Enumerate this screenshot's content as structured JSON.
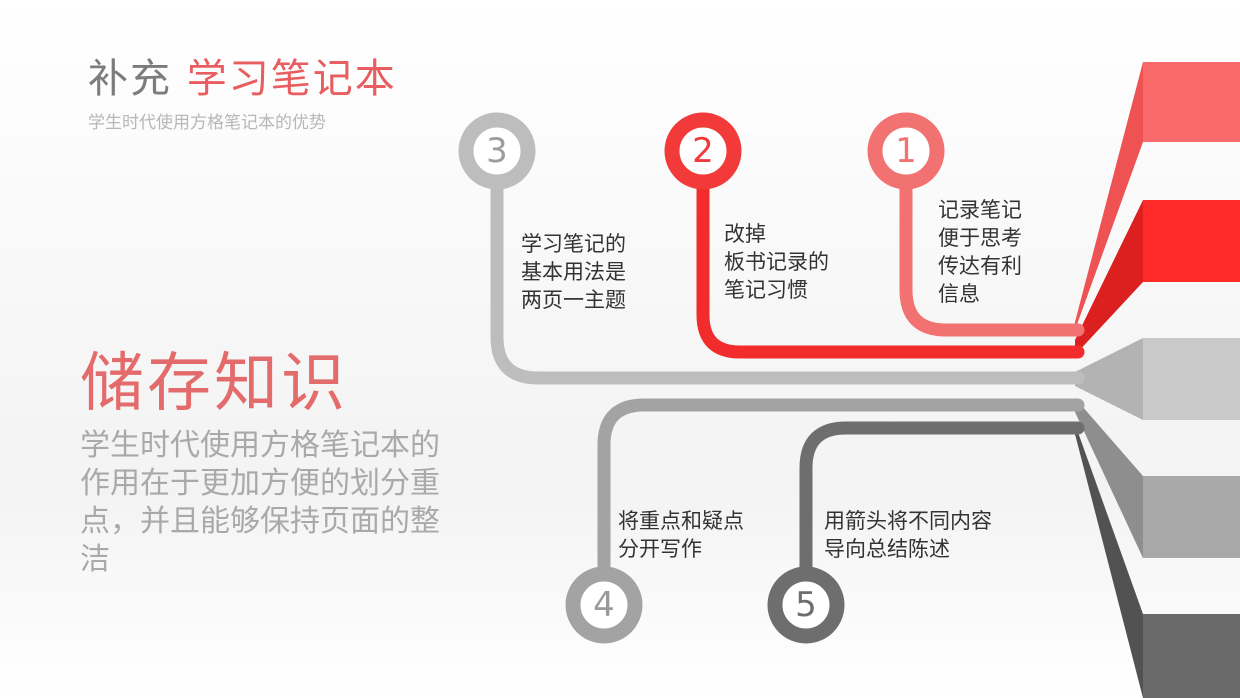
{
  "header": {
    "title_prefix": "补充",
    "title_accent": "学习笔记本",
    "subtitle": "学生时代使用方格笔记本的优势"
  },
  "side": {
    "title": "储存知识",
    "body": "学生时代使用方格笔记本的作用在于更加方便的划分重点，并且能够保持页面的整洁"
  },
  "nodes": [
    {
      "number": "1",
      "text": "记录笔记\n便于思考\n传达有利\n信息",
      "color": "#f07878"
    },
    {
      "number": "2",
      "text": "改掉\n板书记录的\n笔记习惯",
      "color": "#f24a4a"
    },
    {
      "number": "3",
      "text": "学习笔记的\n基本用法是\n两页一主题",
      "color": "#bdbdbd"
    },
    {
      "number": "4",
      "text": "将重点和疑点\n分开写作",
      "color": "#a9a9a9"
    },
    {
      "number": "5",
      "text": "用箭头将不同内容\n导向总结陈述",
      "color": "#737373"
    }
  ],
  "colors": {
    "red_light": "#f27272",
    "red": "#f22c2c",
    "gray_light": "#bdbdbd",
    "gray": "#a3a3a3",
    "gray_dark": "#6e6e6e",
    "title_accent": "#e85d5f",
    "text_muted": "#a9a9a9"
  }
}
